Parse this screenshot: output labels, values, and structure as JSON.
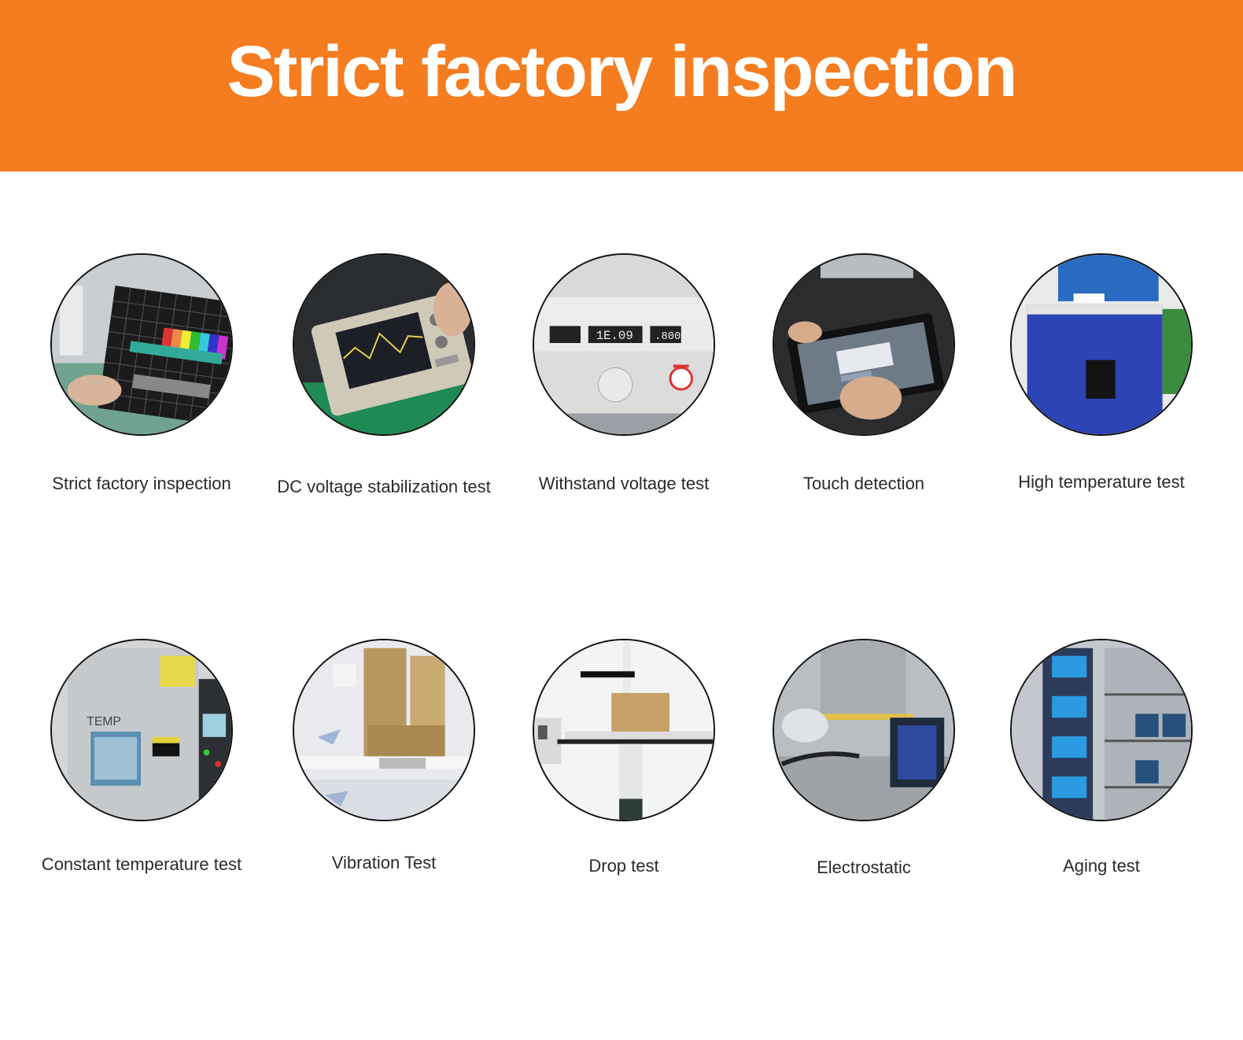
{
  "header": {
    "title": "Strict factory inspection",
    "background_color": "#f57c1f"
  },
  "tests": [
    {
      "label": "Strict factory inspection",
      "icon": "lcd-screen-test-icon"
    },
    {
      "label": "DC voltage stabilization test",
      "icon": "oscilloscope-icon"
    },
    {
      "label": "Withstand voltage test",
      "icon": "voltage-tester-icon"
    },
    {
      "label": "Touch detection",
      "icon": "touch-tablet-icon"
    },
    {
      "label": "High temperature test",
      "icon": "oven-chamber-icon"
    },
    {
      "label": "Constant temperature test",
      "icon": "climate-chamber-icon"
    },
    {
      "label": "Vibration Test",
      "icon": "vibration-table-icon"
    },
    {
      "label": "Drop test",
      "icon": "drop-tester-icon"
    },
    {
      "label": "Electrostatic",
      "icon": "esd-gun-icon"
    },
    {
      "label": "Aging test",
      "icon": "aging-rack-icon"
    }
  ]
}
